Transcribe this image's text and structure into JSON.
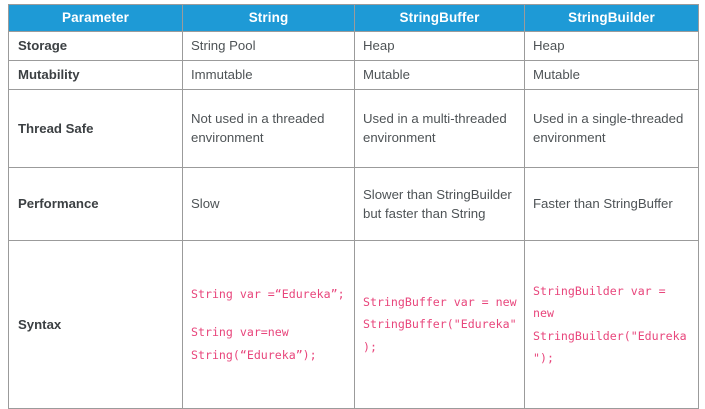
{
  "table": {
    "name": "string-stringbuffer-stringbuilder-comparison",
    "header_background": "#1e9ad6",
    "header_text_color": "#ffffff",
    "border_color": "#9b9b9b",
    "code_text_color": "#e8467c",
    "body_text_color": "#4e5356",
    "columns": [
      {
        "key": "parameter",
        "label": "Parameter"
      },
      {
        "key": "string",
        "label": "String"
      },
      {
        "key": "stringbuffer",
        "label": "StringBuffer"
      },
      {
        "key": "stringbuilder",
        "label": "StringBuilder"
      }
    ],
    "rows": [
      {
        "parameter": "Storage",
        "string": "String Pool",
        "stringbuffer": "Heap",
        "stringbuilder": "Heap"
      },
      {
        "parameter": "Mutability",
        "string": "Immutable",
        "stringbuffer": "Mutable",
        "stringbuilder": "Mutable"
      },
      {
        "parameter": "Thread Safe",
        "string": "Not used in a threaded environment",
        "stringbuffer": "Used in a multi-threaded environment",
        "stringbuilder": "Used in a single-threaded environment"
      },
      {
        "parameter": "Performance",
        "string": "Slow",
        "stringbuffer": "Slower than StringBuilder but faster than String",
        "stringbuilder": "Faster than StringBuffer"
      },
      {
        "parameter": "Syntax",
        "string_code_1": "String var =“Edureka”;",
        "string_code_2": "String var=new String(“Edureka”);",
        "stringbuffer_code": "StringBuffer var = new StringBuffer(\"Edureka\");",
        "stringbuilder_code": "StringBuilder var = new StringBuilder(\"Edureka\");"
      }
    ]
  }
}
